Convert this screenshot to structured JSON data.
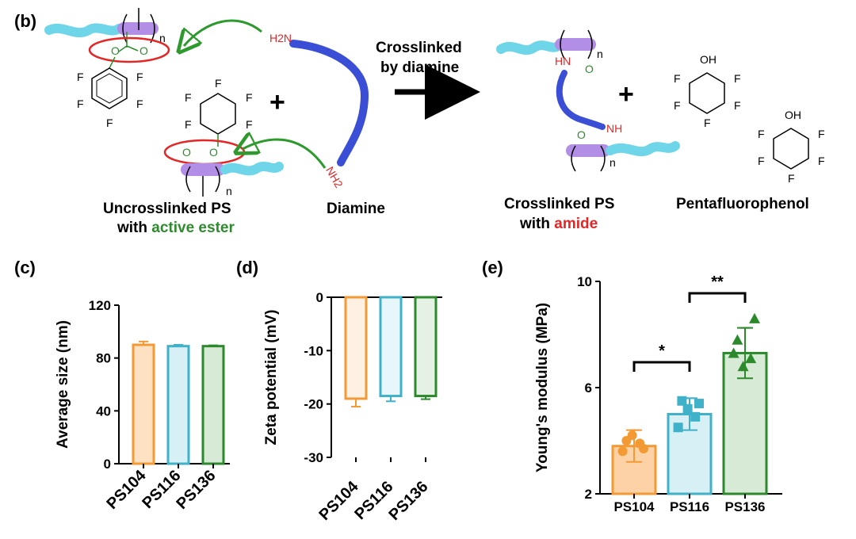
{
  "panel_b": {
    "label": "(b)",
    "ring_atom_F": "F",
    "ester_atom_O": "O",
    "subscript_n": "n",
    "reagent_label": "Diamine",
    "amine_group_top": "H2N",
    "amine_group_bottom": "NH2",
    "plus": "+",
    "arrow_label_line1": "Crosslinked",
    "arrow_label_line2": "by diamine",
    "amide_NH": "HN",
    "amide_NH2": "NH",
    "phenol_OH": "OH",
    "left_caption_line1": "Uncrosslinked PS",
    "left_caption_line2_prefix": "with ",
    "left_caption_line2_highlight": "active ester",
    "right_caption_line1": "Crosslinked PS",
    "right_caption_line2_prefix": "with ",
    "right_caption_line2_highlight": "amide",
    "byproduct_label": "Pentafluorophenol",
    "colors": {
      "polymer": "#6fd6ea",
      "polymer_backbone": "#b38ee6",
      "diamine": "#3b4fd6",
      "ester": "#2e8b2e",
      "amine": "#e32626",
      "circle": "#e32626",
      "green_arrow": "#2e9a2e"
    }
  },
  "chart_data": [
    {
      "panel": "(c)",
      "type": "bar",
      "categories": [
        "PS104",
        "PS116",
        "PS136"
      ],
      "values": [
        90,
        89,
        89
      ],
      "errors": [
        2.5,
        1.0,
        0.6
      ],
      "ylabel": "Average size (nm)",
      "ylim": [
        0,
        120
      ],
      "yticks": [
        "0",
        "40",
        "80",
        "120"
      ],
      "colors": [
        "#f39a34",
        "#3fb1c9",
        "#2c8a2c"
      ],
      "fills": [
        "#fde1c2",
        "#d6f0f6",
        "#d6ead5"
      ]
    },
    {
      "panel": "(d)",
      "type": "bar",
      "categories": [
        "PS104",
        "PS116",
        "PS136"
      ],
      "values": [
        -19,
        -18.5,
        -18.5
      ],
      "errors": [
        1.5,
        1.0,
        0.6
      ],
      "ylabel": "Zeta potential (mV)",
      "ylim": [
        -30,
        0
      ],
      "yticks": [
        "0",
        "-10",
        "-20",
        "-30"
      ],
      "colors": [
        "#f39a34",
        "#3fb1c9",
        "#2c8a2c"
      ],
      "fills": [
        "#fef1e4",
        "#e6f6fa",
        "#e4f1e3"
      ]
    },
    {
      "panel": "(e)",
      "type": "bar",
      "categories": [
        "PS104",
        "PS116",
        "PS136"
      ],
      "values": [
        3.8,
        5.0,
        7.3
      ],
      "errors": [
        0.6,
        0.6,
        0.95
      ],
      "ylabel": "Young's modulus (MPa)",
      "ylim": [
        2,
        10
      ],
      "yticks": [
        "2",
        "6",
        "10"
      ],
      "points": [
        [
          4.0,
          3.7,
          3.6,
          3.9,
          4.2
        ],
        [
          5.5,
          5.4,
          4.5,
          4.9,
          5.2
        ],
        [
          7.8,
          8.6,
          7.3,
          7.1,
          6.8
        ]
      ],
      "markers": [
        "circle",
        "square",
        "triangle"
      ],
      "colors": [
        "#f39a34",
        "#3fb1c9",
        "#2c8a2c"
      ],
      "fills": [
        "#fdd2a6",
        "#d6f0f6",
        "#d6ead5"
      ],
      "significance": [
        {
          "pair": [
            0,
            1
          ],
          "label": "*"
        },
        {
          "pair": [
            1,
            2
          ],
          "label": "**"
        }
      ]
    }
  ]
}
